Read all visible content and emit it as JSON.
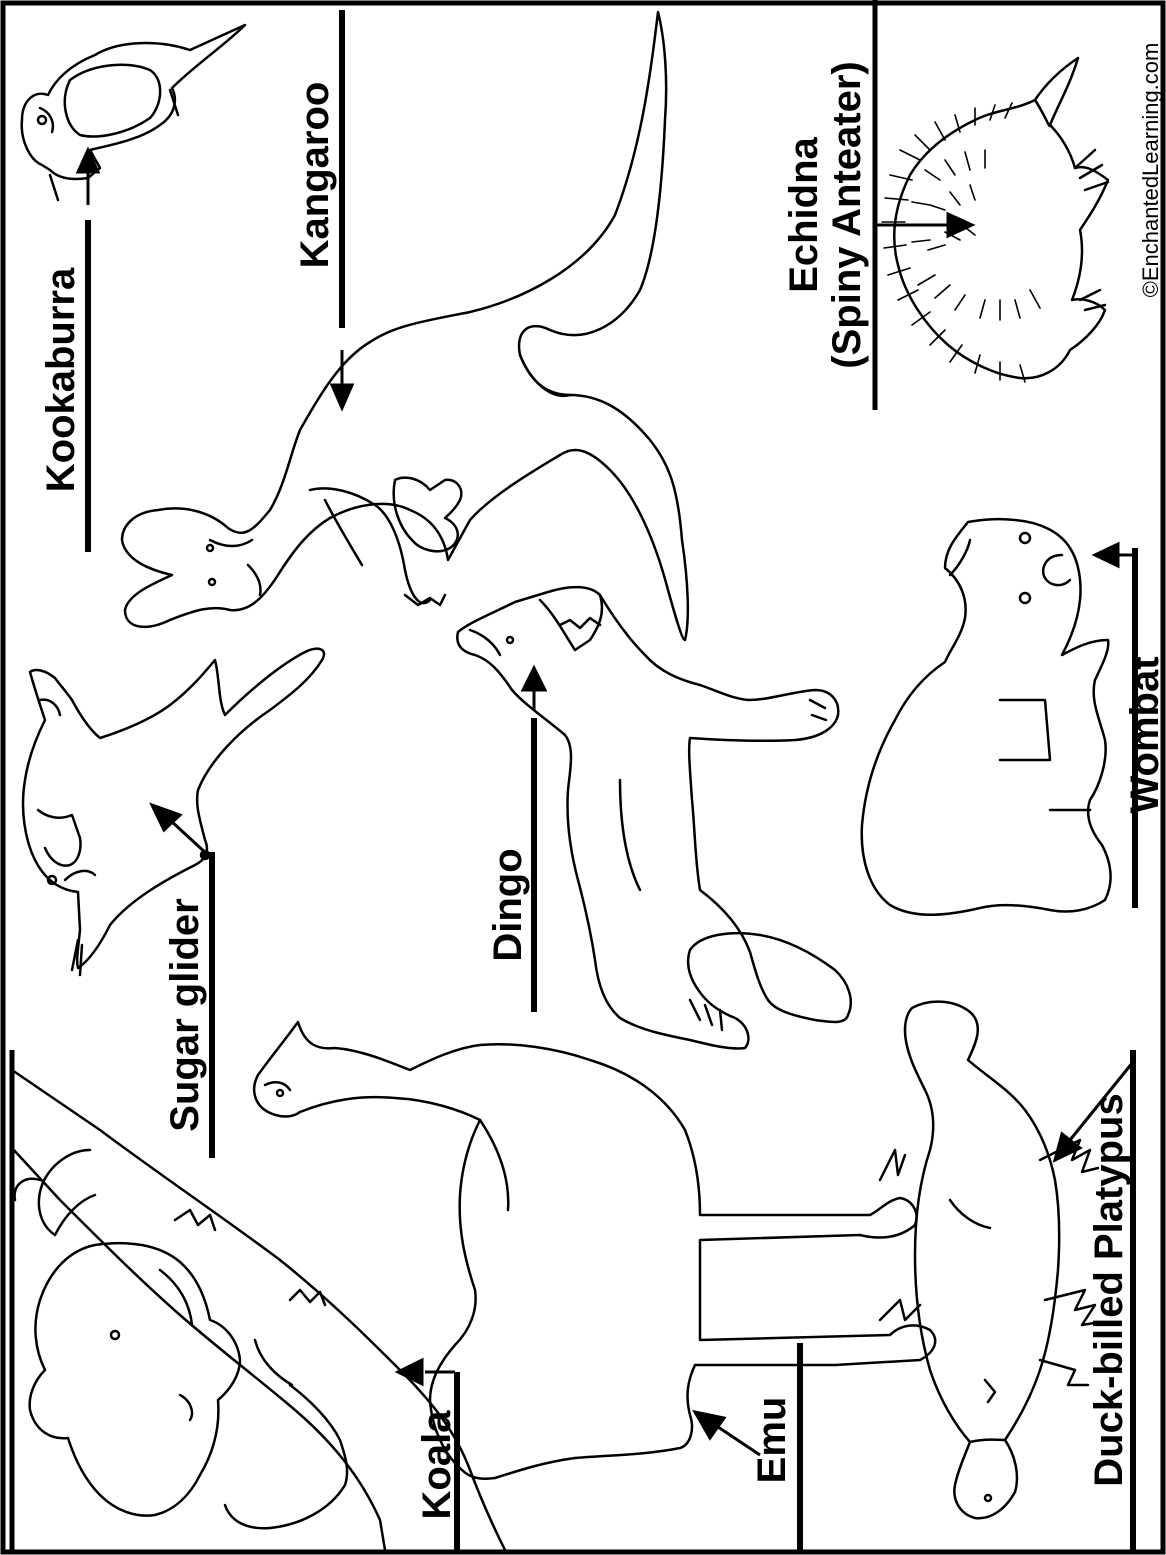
{
  "labels": {
    "kookaburra": "Kookaburra",
    "kangaroo": "Kangaroo",
    "echidna_line1": "Echidna",
    "echidna_line2": "(Spiny Anteater)",
    "sugar_glider": "Sugar glider",
    "dingo": "Dingo",
    "wombat": "Wombat",
    "koala": "Koala",
    "emu": "Emu",
    "platypus": "Duck-billed Platypus"
  },
  "copyright": "©EnchantedLearning.com",
  "colors": {
    "ink": "#000000",
    "paper": "#ffffff"
  }
}
